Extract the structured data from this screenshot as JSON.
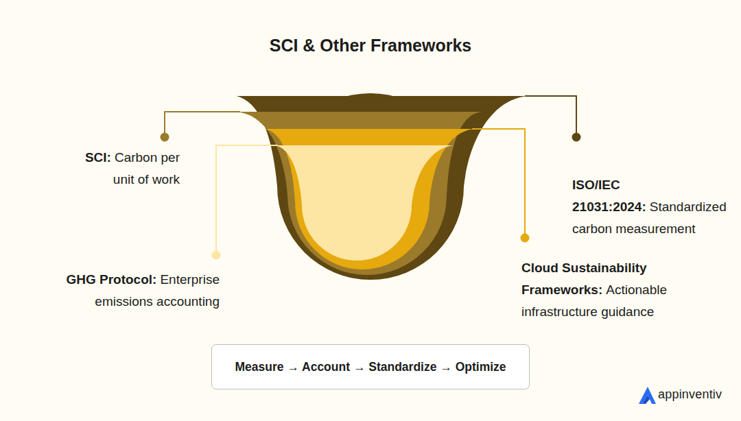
{
  "diagram": {
    "title": "SCI & Other Frameworks",
    "nodes": [
      {
        "text": [
          "Measure → Account → Standardize → Optimize"
        ]
      }
    ],
    "labels": [
      "SCI:",
      "Carbon per unit of work",
      "GHG Protocol:",
      "Enterprise emissions accounting",
      "ISO/IEC 21031:2024:",
      "Standardized carbon measurement",
      "Cloud Sustainability Frameworks:",
      "Actionable infrastructure guidance",
      "appinventiv"
    ]
  }
}
